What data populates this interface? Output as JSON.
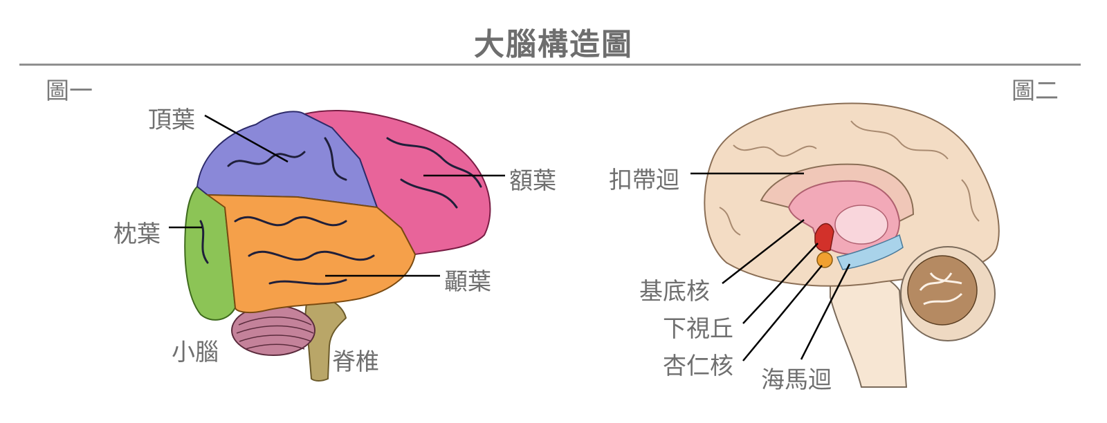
{
  "title": "大腦構造圖",
  "figure1": {
    "label": "圖一",
    "labels": {
      "parietal": "頂葉",
      "frontal": "額葉",
      "occipital": "枕葉",
      "temporal": "顳葉",
      "cerebellum": "小腦",
      "spine": "脊椎"
    }
  },
  "figure2": {
    "label": "圖二",
    "labels": {
      "cingulate": "扣帶迴",
      "basal_ganglia": "基底核",
      "hypothalamus": "下視丘",
      "amygdala": "杏仁核",
      "hippocampus": "海馬迴"
    }
  },
  "colors": {
    "parietal": "#8a88d8",
    "frontal": "#e8649a",
    "occipital": "#8cc456",
    "temporal": "#f5a04a",
    "cerebellum": "#c4829a",
    "spine": "#b9a668",
    "brain_tan": "#f3dcc4",
    "cingulate": "#f0c7b8",
    "basal": "#f2a9b8",
    "hypothalamus": "#d2312a",
    "amygdala": "#f0a030",
    "hippocampus": "#a9d3ea"
  }
}
